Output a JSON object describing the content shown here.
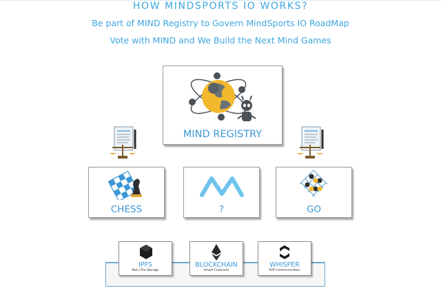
{
  "header": {
    "title": "HOW MINDSPORTS IO WORKS?",
    "line1": "Be part of MIND Registry to Govern MindSports IO RoadMap",
    "line2": "Vote with MIND and We Build the Next Mind Games"
  },
  "registry": {
    "label": "MIND REGISTRY",
    "icon": "globe-atom-robot-icon"
  },
  "games": [
    {
      "label": "CHESS",
      "icon": "chess-icon"
    },
    {
      "label": "?",
      "icon": "mindsports-logo-icon"
    },
    {
      "label": "GO",
      "icon": "go-board-icon"
    }
  ],
  "infrastructure": [
    {
      "label": "IPFS",
      "sub": "Net / File Storage",
      "icon": "ipfs-cube-icon"
    },
    {
      "label": "BLOCKCHAIN",
      "sub": "Smart Contracts",
      "icon": "ethereum-icon"
    },
    {
      "label": "WHISPER",
      "sub": "P2P Communication",
      "icon": "whisper-icon"
    }
  ],
  "colors": {
    "accent": "#3fa7de",
    "globe": "#f2b92e",
    "dark": "#4a5258"
  }
}
